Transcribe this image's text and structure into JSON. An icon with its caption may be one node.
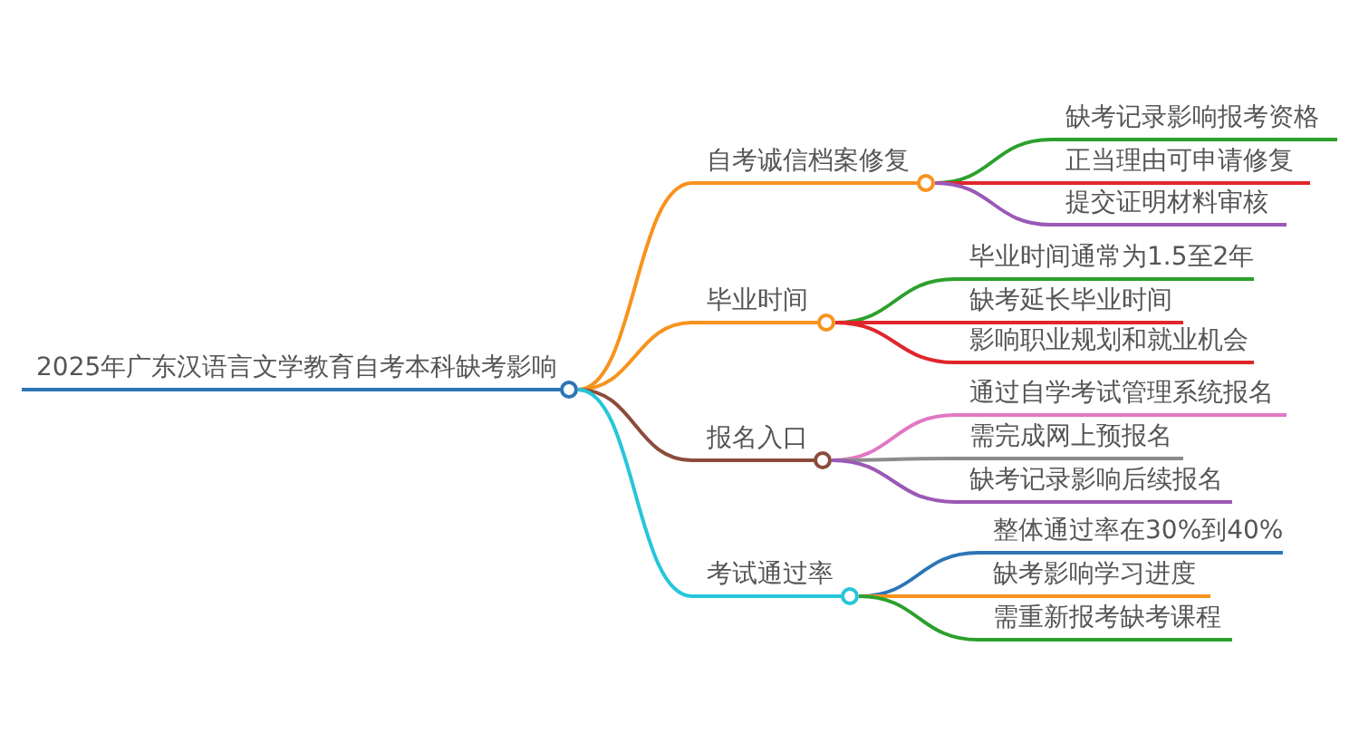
{
  "diagram": {
    "nodes": [
      {
        "text": [
          "2025年广东汉语言文学教育自考本科缺考影响"
        ]
      },
      {
        "text": [
          "自考诚信档案修复"
        ]
      },
      {
        "text": [
          "缺考记录影响报考资格"
        ]
      },
      {
        "text": [
          "正当理由可申请修复"
        ]
      },
      {
        "text": [
          "提交证明材料审核"
        ]
      },
      {
        "text": [
          "毕业时间"
        ]
      },
      {
        "text": [
          "毕业时间通常为1.5至2年"
        ]
      },
      {
        "text": [
          "缺考延长毕业时间"
        ]
      },
      {
        "text": [
          "影响职业规划和就业机会"
        ]
      },
      {
        "text": [
          "报名入口"
        ]
      },
      {
        "text": [
          "通过自学考试管理系统报名"
        ]
      },
      {
        "text": [
          "需完成网上预报名"
        ]
      },
      {
        "text": [
          "缺考记录影响后续报名"
        ]
      },
      {
        "text": [
          "考试通过率"
        ]
      },
      {
        "text": [
          "整体通过率在30%到40%"
        ]
      },
      {
        "text": [
          "缺考影响学习进度"
        ]
      },
      {
        "text": [
          "需重新报考缺考课程"
        ]
      }
    ],
    "edges": [
      {
        "from": 0,
        "to": 1,
        "arrow": "none",
        "color": "#f7931e"
      },
      {
        "from": 1,
        "to": 2,
        "arrow": "none",
        "color": "#2ca02c"
      },
      {
        "from": 1,
        "to": 3,
        "arrow": "none",
        "color": "#e0262b"
      },
      {
        "from": 1,
        "to": 4,
        "arrow": "none",
        "color": "#9b59b6"
      },
      {
        "from": 0,
        "to": 5,
        "arrow": "none",
        "color": "#f7931e"
      },
      {
        "from": 5,
        "to": 6,
        "arrow": "none",
        "color": "#2ca02c"
      },
      {
        "from": 5,
        "to": 7,
        "arrow": "none",
        "color": "#e0262b"
      },
      {
        "from": 5,
        "to": 8,
        "arrow": "none",
        "color": "#e0262b"
      },
      {
        "from": 0,
        "to": 9,
        "arrow": "none",
        "color": "#8b4c3c"
      },
      {
        "from": 9,
        "to": 10,
        "arrow": "none",
        "color": "#e377c2"
      },
      {
        "from": 9,
        "to": 11,
        "arrow": "none",
        "color": "#8c8c8c"
      },
      {
        "from": 9,
        "to": 12,
        "arrow": "none",
        "color": "#9b59b6"
      },
      {
        "from": 0,
        "to": 13,
        "arrow": "none",
        "color": "#26c6da"
      },
      {
        "from": 13,
        "to": 14,
        "arrow": "none",
        "color": "#2e75b6"
      },
      {
        "from": 13,
        "to": 15,
        "arrow": "none",
        "color": "#f7931e"
      },
      {
        "from": 13,
        "to": 16,
        "arrow": "none",
        "color": "#2ca02c"
      }
    ]
  }
}
